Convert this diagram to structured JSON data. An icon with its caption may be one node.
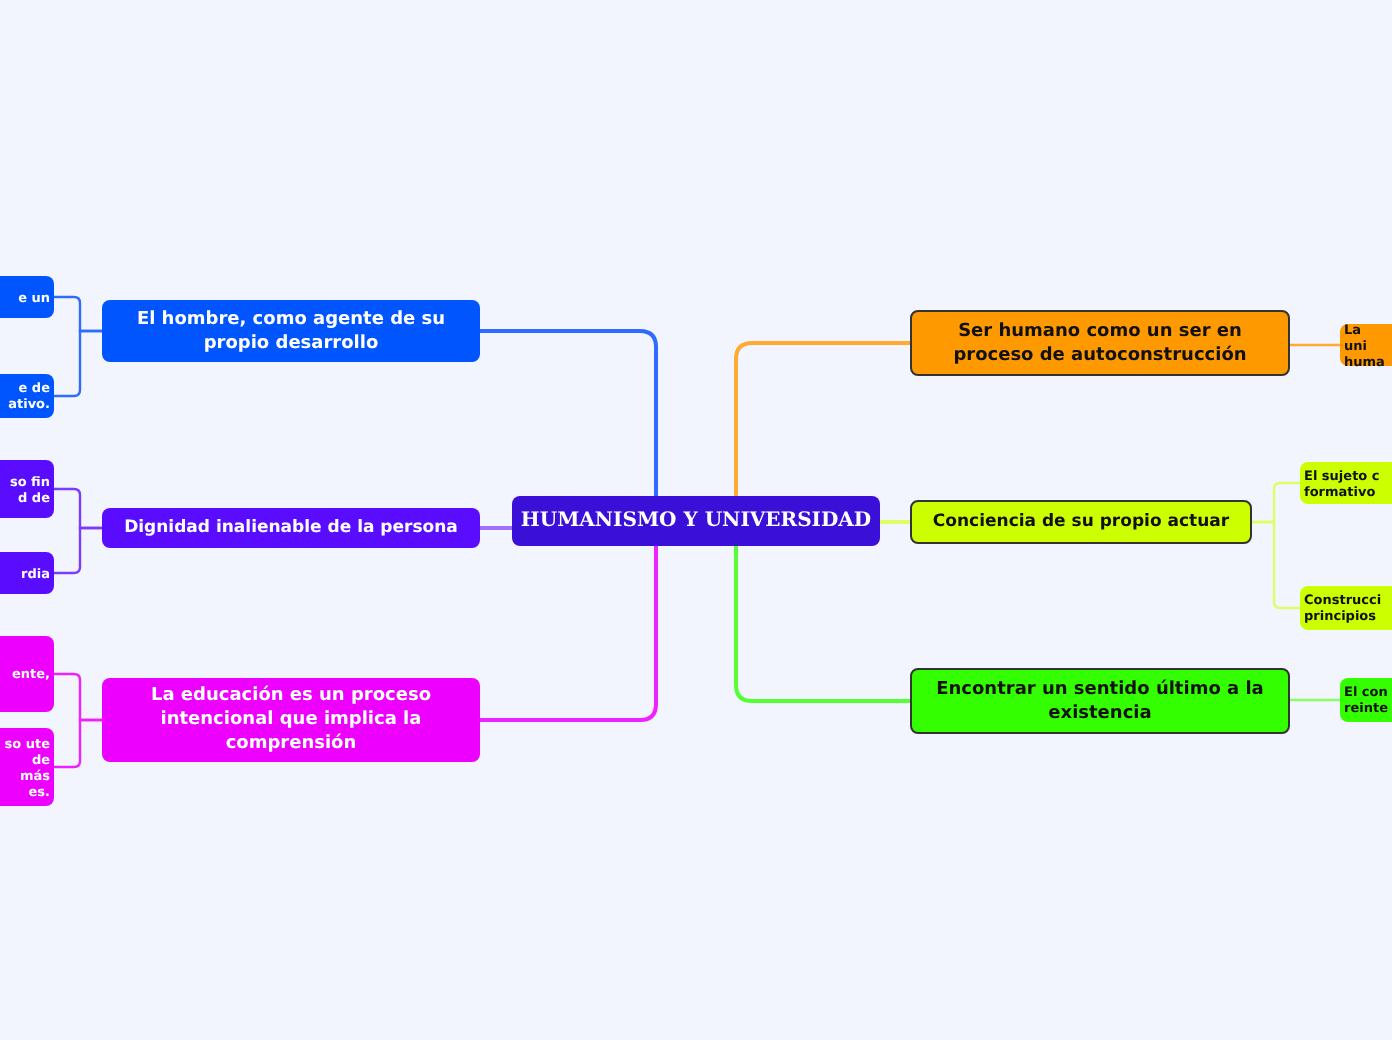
{
  "diagram": {
    "nodes": [
      {
        "text": [
          "HUMANISMO Y UNIVERSIDAD"
        ]
      },
      {
        "text": [
          "El hombre, como agente de su propio desarrollo"
        ]
      },
      {
        "text": [
          "Dignidad inalienable de la persona"
        ]
      },
      {
        "text": [
          "La educación es un proceso intencional que implica la comprensión"
        ]
      },
      {
        "text": [
          "Ser humano como un ser en proceso de autoconstrucción"
        ]
      },
      {
        "text": [
          "Conciencia de su propio actuar"
        ]
      },
      {
        "text": [
          "Encontrar un sentido último a la existencia"
        ]
      },
      {
        "text": [
          "e un"
        ]
      },
      {
        "text": [
          "e de ativo."
        ]
      },
      {
        "text": [
          "so fin d de"
        ]
      },
      {
        "text": [
          "rdia"
        ]
      },
      {
        "text": [
          "ente,"
        ]
      },
      {
        "text": [
          "so ute de más es."
        ]
      },
      {
        "text": [
          "La uni huma"
        ]
      },
      {
        "text": [
          "El sujeto c formativo"
        ]
      },
      {
        "text": [
          "Construcci principios"
        ]
      },
      {
        "text": [
          "El con reinte"
        ]
      }
    ],
    "edges": [
      {
        "from": 0,
        "to": 1,
        "arrow": "none",
        "color": "#2f6bff"
      },
      {
        "from": 0,
        "to": 2,
        "arrow": "none",
        "color": "#a070ff"
      },
      {
        "from": 0,
        "to": 3,
        "arrow": "none",
        "color": "#ee22ff"
      },
      {
        "from": 0,
        "to": 4,
        "arrow": "none",
        "color": "#ffaa33"
      },
      {
        "from": 0,
        "to": 5,
        "arrow": "none",
        "color": "#ddff66"
      },
      {
        "from": 0,
        "to": 6,
        "arrow": "none",
        "color": "#55ff33"
      },
      {
        "from": 1,
        "to": 7,
        "arrow": "none",
        "color": "#2f6bff"
      },
      {
        "from": 1,
        "to": 8,
        "arrow": "none",
        "color": "#2f6bff"
      },
      {
        "from": 2,
        "to": 9,
        "arrow": "none",
        "color": "#7a3dff"
      },
      {
        "from": 2,
        "to": 10,
        "arrow": "none",
        "color": "#7a3dff"
      },
      {
        "from": 3,
        "to": 11,
        "arrow": "none",
        "color": "#ee22ff"
      },
      {
        "from": 3,
        "to": 12,
        "arrow": "none",
        "color": "#ee22ff"
      },
      {
        "from": 4,
        "to": 13,
        "arrow": "none",
        "color": "#ffaa33"
      },
      {
        "from": 5,
        "to": 14,
        "arrow": "none",
        "color": "#ddff66"
      },
      {
        "from": 5,
        "to": 15,
        "arrow": "none",
        "color": "#ddff66"
      },
      {
        "from": 6,
        "to": 16,
        "arrow": "none",
        "color": "#88ff66"
      }
    ]
  }
}
